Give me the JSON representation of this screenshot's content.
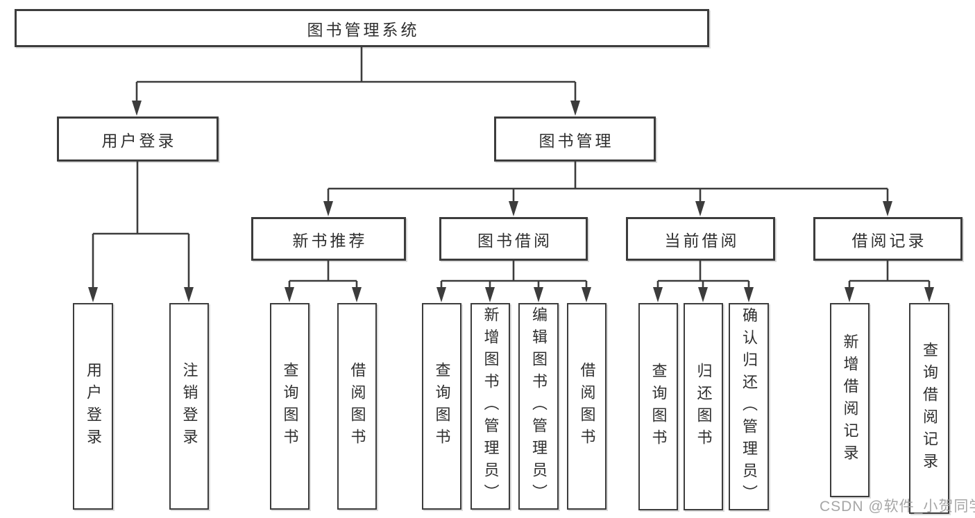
{
  "diagram": {
    "type": "hierarchy-tree",
    "line_color": "#3c3c3c",
    "box_fill": "#ffffff",
    "tree": {
      "label": "图书管理系统",
      "children": [
        {
          "label": "用户登录",
          "children": [
            {
              "label": "用户登录"
            },
            {
              "label": "注销登录"
            }
          ]
        },
        {
          "label": "图书管理",
          "children": [
            {
              "label": "新书推荐",
              "children": [
                {
                  "label": "查询图书"
                },
                {
                  "label": "借阅图书"
                }
              ]
            },
            {
              "label": "图书借阅",
              "children": [
                {
                  "label": "查询图书"
                },
                {
                  "label": "新增图书（管理员）"
                },
                {
                  "label": "编辑图书（管理员）"
                },
                {
                  "label": "借阅图书"
                }
              ]
            },
            {
              "label": "当前借阅",
              "children": [
                {
                  "label": "查询图书"
                },
                {
                  "label": "归还图书"
                },
                {
                  "label": "确认归还（管理员）"
                }
              ]
            },
            {
              "label": "借阅记录",
              "children": [
                {
                  "label": "新增借阅记录"
                },
                {
                  "label": "查询借阅记录"
                }
              ]
            }
          ]
        }
      ]
    }
  },
  "watermark": {
    "text": "CSDN @软件_小贺同学",
    "color": "#9e9e9e"
  }
}
